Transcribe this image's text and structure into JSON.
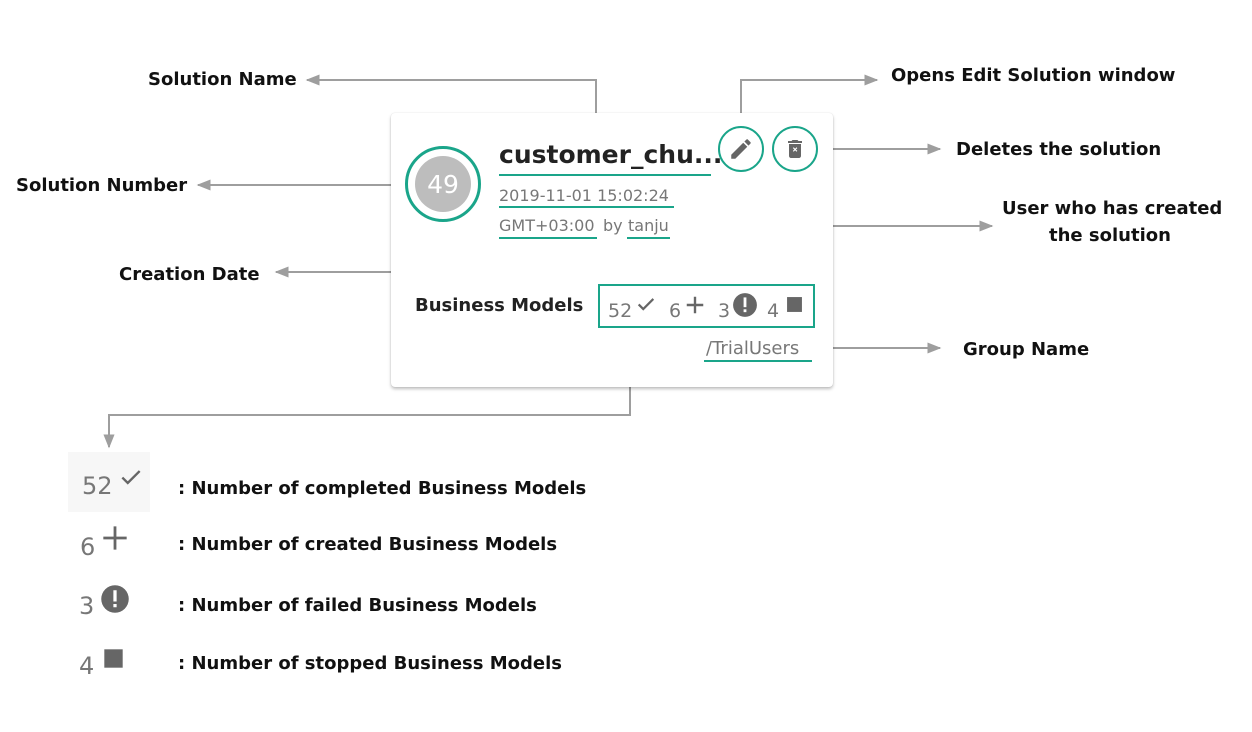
{
  "callouts": {
    "solution_name": "Solution Name",
    "solution_number": "Solution Number",
    "creation_date": "Creation Date",
    "opens_edit": "Opens Edit Solution window",
    "deletes": "Deletes the solution",
    "user_line1": "User who has created",
    "user_line2": "the solution",
    "group_name": "Group Name"
  },
  "card": {
    "number": "49",
    "name": "customer_chu...",
    "date_line1": "2019-11-01 15:02:24",
    "timezone": "GMT+03:00",
    "by": "by",
    "user": "tanju",
    "business_models_label": "Business Models",
    "completed": "52",
    "created": "6",
    "failed": "3",
    "stopped": "4",
    "group": "/TrialUsers"
  },
  "legend": {
    "items": [
      {
        "count": "52",
        "icon": "check-icon",
        "text": ": Number of completed Business Models"
      },
      {
        "count": "6",
        "icon": "plus-icon",
        "text": ": Number of created Business Models"
      },
      {
        "count": "3",
        "icon": "exclamation-circle-icon",
        "text": ": Number of failed Business Models"
      },
      {
        "count": "4",
        "icon": "stop-square-icon",
        "text": ": Number of stopped Business Models"
      }
    ]
  },
  "colors": {
    "accent": "#1aa58a",
    "arrow": "#9e9e9e",
    "icon": "#666666"
  }
}
